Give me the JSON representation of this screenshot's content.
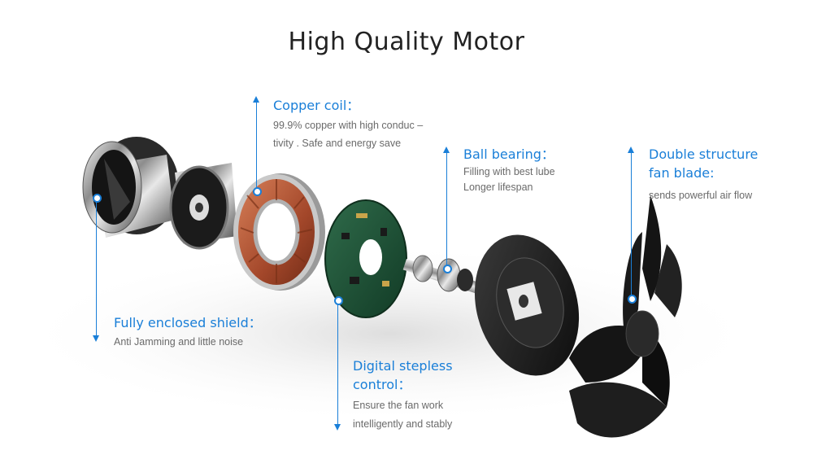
{
  "title": "High Quality Motor",
  "annotations": {
    "copper_coil": {
      "heading": "Copper coil：",
      "lines": [
        "99.9% copper with high conduc –",
        "tivity . Safe and energy save"
      ]
    },
    "ball_bearing": {
      "heading": "Ball bearing：",
      "lines": [
        "Filling with best lube",
        "Longer lifespan"
      ]
    },
    "fan_blade": {
      "heading_lines": [
        "Double structure",
        "fan blade:"
      ],
      "lines": [
        "sends powerful air flow"
      ]
    },
    "shield": {
      "heading": "Fully enclosed shield：",
      "lines": [
        "Anti Jamming and little noise"
      ]
    },
    "stepless_control": {
      "heading_lines": [
        "Digital stepless",
        "control："
      ],
      "lines": [
        "Ensure the fan work",
        "intelligently and stably"
      ]
    }
  },
  "colors": {
    "accent": "#1a7fd8",
    "title": "#222222",
    "body_text": "#6a6a6a"
  }
}
